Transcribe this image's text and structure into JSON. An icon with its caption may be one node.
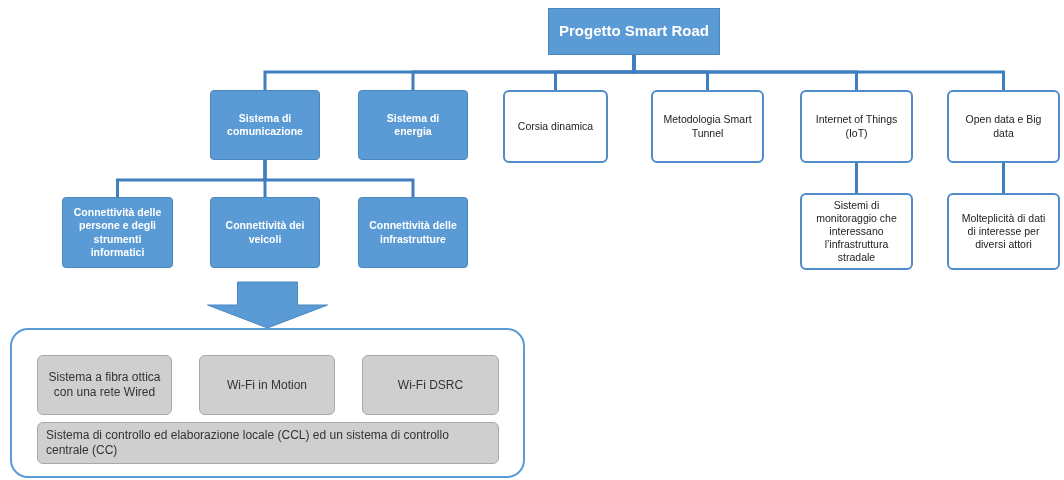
{
  "diagram": {
    "nodes": [
      {
        "text": [
          "Progetto Smart Road"
        ]
      },
      {
        "text": [
          "Sistema di comunicazione"
        ]
      },
      {
        "text": [
          "Sistema di energia"
        ]
      },
      {
        "text": [
          "Corsia dinamica"
        ]
      },
      {
        "text": [
          "Metodologia Smart Tunnel"
        ]
      },
      {
        "text": [
          "Internet of Things (IoT)"
        ]
      },
      {
        "text": [
          "Open data e Big data"
        ]
      },
      {
        "text": [
          "Connettività delle persone e degli strumenti informatici"
        ]
      },
      {
        "text": [
          "Connettività dei veicoli"
        ]
      },
      {
        "text": [
          "Connettività delle infrastrutture"
        ]
      },
      {
        "text": [
          "Sistemi di monitoraggio che interessano l’infrastruttura stradale"
        ]
      },
      {
        "text": [
          "Molteplicità di dati di interesse per diversi attori"
        ]
      },
      {
        "text": [],
        "shape": "box"
      },
      {
        "text": [
          "Sistema a fibra ottica con una rete Wired"
        ],
        "in": 12
      },
      {
        "text": [
          "Wi-Fi in Motion"
        ],
        "in": 12
      },
      {
        "text": [
          "Wi-Fi DSRC"
        ],
        "in": 12
      },
      {
        "text": [
          "Sistema di controllo ed elaborazione locale (CCL) ed un sistema di controllo centrale (CC)"
        ],
        "in": 12
      }
    ],
    "edges": [
      {
        "from": 0,
        "to": 1,
        "arrow": "none"
      },
      {
        "from": 0,
        "to": 2,
        "arrow": "none"
      },
      {
        "from": 0,
        "to": 3,
        "arrow": "none"
      },
      {
        "from": 0,
        "to": 4,
        "arrow": "none"
      },
      {
        "from": 0,
        "to": 5,
        "arrow": "none"
      },
      {
        "from": 0,
        "to": 6,
        "arrow": "none"
      },
      {
        "from": 1,
        "to": 7,
        "arrow": "none"
      },
      {
        "from": 1,
        "to": 8,
        "arrow": "none"
      },
      {
        "from": 1,
        "to": 9,
        "arrow": "none"
      },
      {
        "from": 5,
        "to": 10,
        "arrow": "none"
      },
      {
        "from": 6,
        "to": 11,
        "arrow": "none"
      },
      {
        "from": 8,
        "to": 12,
        "arrow": "to",
        "style": "thick"
      }
    ]
  }
}
